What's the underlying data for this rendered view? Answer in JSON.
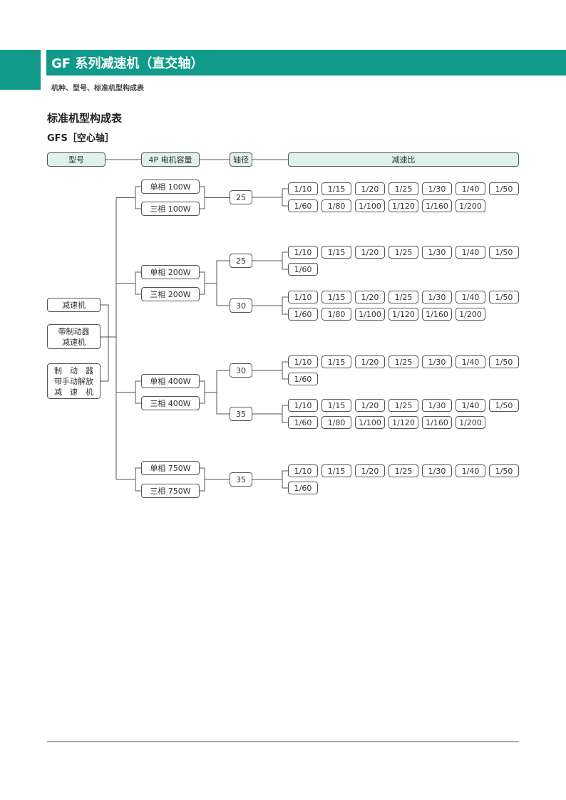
{
  "header": {
    "title": "GF 系列减速机（直交轴）",
    "subtitle": "机种、型号、标准机型构成表"
  },
  "section": {
    "heading": "标准机型构成表",
    "subheading": "GFS［空心轴］"
  },
  "columns": [
    "型号",
    "4P 电机容量",
    "轴径",
    "减速比"
  ],
  "types": [
    "减速机",
    "带制动器\n减速机",
    "制　动　器\n带手动解放\n减　速　机"
  ],
  "groups": [
    {
      "motors": [
        "单相 100W",
        "三相 100W"
      ],
      "shafts": [
        {
          "size": "25",
          "ratios": [
            [
              "1/10",
              "1/15",
              "1/20",
              "1/25",
              "1/30",
              "1/40",
              "1/50"
            ],
            [
              "1/60",
              "1/80",
              "1/100",
              "1/120",
              "1/160",
              "1/200"
            ]
          ]
        }
      ]
    },
    {
      "motors": [
        "单相 200W",
        "三相 200W"
      ],
      "shafts": [
        {
          "size": "25",
          "ratios": [
            [
              "1/10",
              "1/15",
              "1/20",
              "1/25",
              "1/30",
              "1/40",
              "1/50"
            ],
            [
              "1/60"
            ]
          ]
        },
        {
          "size": "30",
          "ratios": [
            [
              "1/10",
              "1/15",
              "1/20",
              "1/25",
              "1/30",
              "1/40",
              "1/50"
            ],
            [
              "1/60",
              "1/80",
              "1/100",
              "1/120",
              "1/160",
              "1/200"
            ]
          ]
        }
      ]
    },
    {
      "motors": [
        "单相 400W",
        "三相 400W"
      ],
      "shafts": [
        {
          "size": "30",
          "ratios": [
            [
              "1/10",
              "1/15",
              "1/20",
              "1/25",
              "1/30",
              "1/40",
              "1/50"
            ],
            [
              "1/60"
            ]
          ]
        },
        {
          "size": "35",
          "ratios": [
            [
              "1/10",
              "1/15",
              "1/20",
              "1/25",
              "1/30",
              "1/40",
              "1/50"
            ],
            [
              "1/60",
              "1/80",
              "1/100",
              "1/120",
              "1/160",
              "1/200"
            ]
          ]
        }
      ]
    },
    {
      "motors": [
        "单相 750W",
        "三相 750W"
      ],
      "shafts": [
        {
          "size": "35",
          "ratios": [
            [
              "1/10",
              "1/15",
              "1/20",
              "1/25",
              "1/30",
              "1/40",
              "1/50"
            ],
            [
              "1/60"
            ]
          ]
        }
      ]
    }
  ]
}
